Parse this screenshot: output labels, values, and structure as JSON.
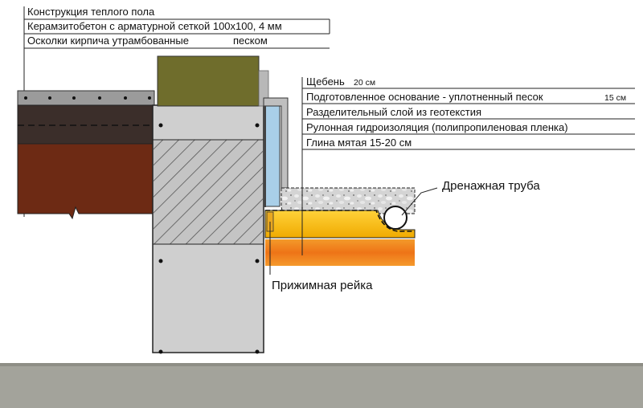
{
  "labels": {
    "floor_construction": "Конструкция теплого пола",
    "expanded_clay_concrete": "Керамзитобетон с арматурной сеткой 100х100, 4 мм",
    "brick_fragments": "Осколки кирпича утрамбованные",
    "brick_fragments_suffix": "песком",
    "gravel": "Щебень",
    "gravel_suffix": "20 см",
    "prepared_base": "Подготовленное основание - уплотненный песок",
    "prepared_base_suffix": "15 см",
    "geotextile": "Разделительный слой из геотекстия",
    "waterproofing": "Рулонная гидроизоляция (полипропиленовая пленка)",
    "clay": "Глина мятая 15-20 см",
    "drain_pipe": "Дренажная труба",
    "clamp_rail": "Прижимная рейка"
  },
  "colors": {
    "concrete_slab": "#9a9a9a",
    "screed": "#3c2f2b",
    "brick_soil": "#6e2a14",
    "foundation": "#cccccc",
    "insulation": "#6f6d2b",
    "waterproof_strip": "#a8cde6",
    "gravel": "#cfcfcf",
    "sand": "#f2b400",
    "clay": "#f07a1c",
    "ground": "#a3a39a"
  }
}
